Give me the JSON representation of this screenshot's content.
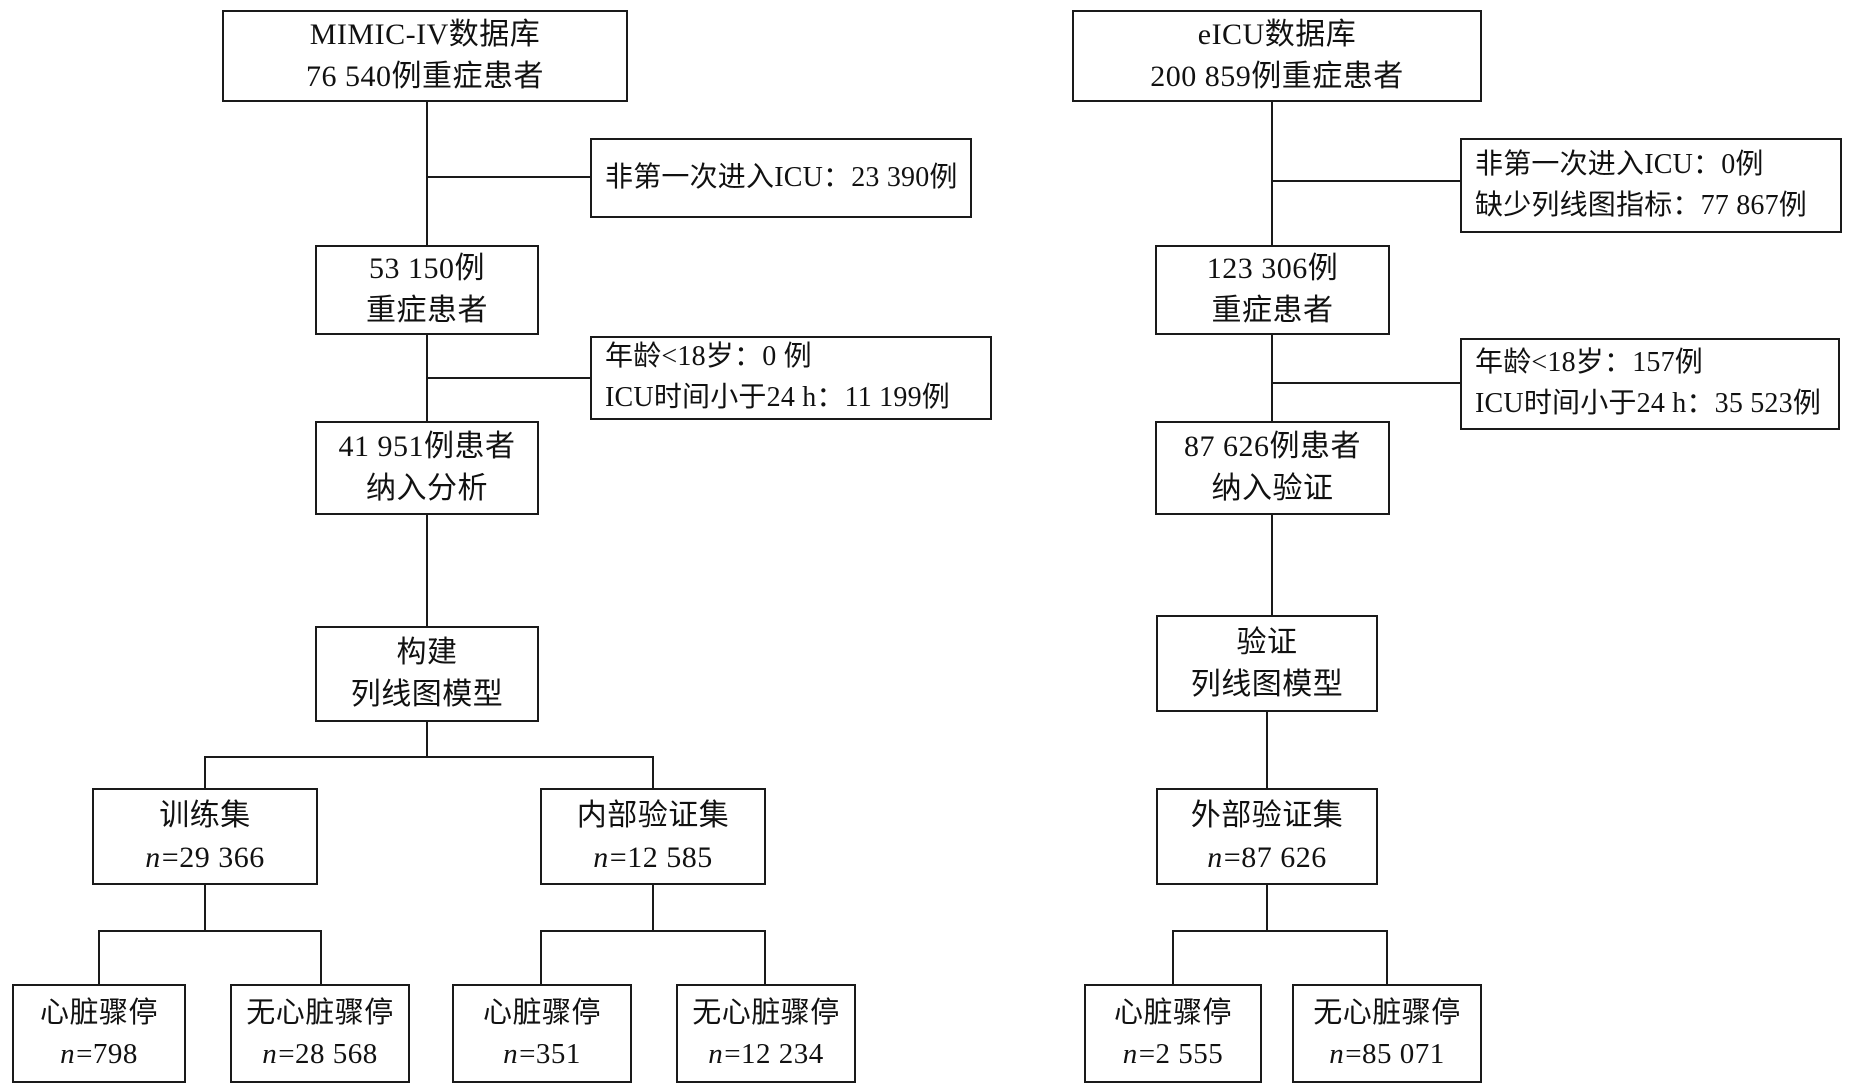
{
  "n_prefix": "n",
  "colors": {
    "border": "#1a1a1a",
    "background": "#ffffff",
    "text": "#111111"
  },
  "diagram_type": "patient-selection-flowchart",
  "left_column": {
    "source": {
      "line1": "MIMIC-IV数据库",
      "line2": "76 540例重症患者"
    },
    "exclusion1": {
      "line1": "非第一次进入ICU：23 390例"
    },
    "step2": {
      "line1": "53 150例",
      "line2": "重症患者"
    },
    "exclusion2": {
      "line1": "年龄<18岁：0 例",
      "line2": "ICU时间小于24 h：11 199例"
    },
    "step3": {
      "line1": "41 951例患者",
      "line2": "纳入分析"
    },
    "model": {
      "line1": "构建",
      "line2": "列线图模型"
    },
    "train": {
      "label": "训练集",
      "value": "=29 366"
    },
    "internal_validation": {
      "label": "内部验证集",
      "value": "=12 585"
    },
    "leaf_ca_train": {
      "label": "心脏骤停",
      "value": "=798"
    },
    "leaf_nonca_train": {
      "label": "无心脏骤停",
      "value": "=28 568"
    },
    "leaf_ca_internal": {
      "label": "心脏骤停",
      "value": "=351"
    },
    "leaf_nonca_internal": {
      "label": "无心脏骤停",
      "value": "=12 234"
    }
  },
  "right_column": {
    "source": {
      "line1": "eICU数据库",
      "line2": "200 859例重症患者"
    },
    "exclusion1": {
      "line1": "非第一次进入ICU：0例",
      "line2": "缺少列线图指标：77 867例"
    },
    "step2": {
      "line1": "123 306例",
      "line2": "重症患者"
    },
    "exclusion2": {
      "line1": "年龄<18岁：157例",
      "line2": "ICU时间小于24 h：35 523例"
    },
    "step3": {
      "line1": "87 626例患者",
      "line2": "纳入验证"
    },
    "model": {
      "line1": "验证",
      "line2": "列线图模型"
    },
    "external_validation": {
      "label": "外部验证集",
      "value": "=87 626"
    },
    "leaf_ca_external": {
      "label": "心脏骤停",
      "value": "=2 555"
    },
    "leaf_nonca_external": {
      "label": "无心脏骤停",
      "value": "=85 071"
    }
  }
}
